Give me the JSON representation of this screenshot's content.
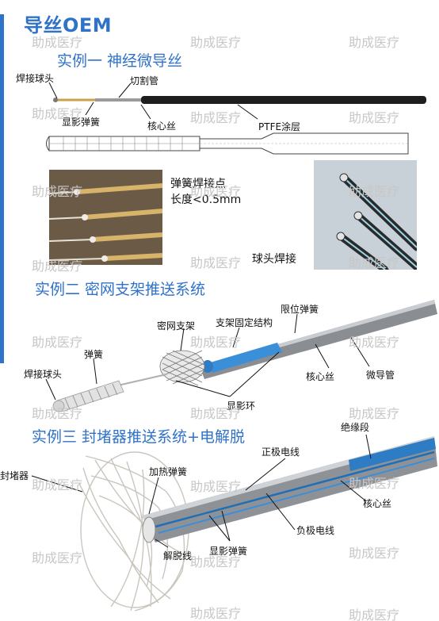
{
  "title": "导丝OEM",
  "watermark": "助成医疗",
  "example1": {
    "heading": "实例一  神经微导丝",
    "labels": {
      "weld_ball_head": "焊接球头",
      "cutting_tube": "切割管",
      "radiopaque_spring": "显影弹簧",
      "core_wire": "核心丝",
      "ptfe_coating": "PTFE涂层",
      "spring_weld_point_line1": "弹簧焊接点",
      "spring_weld_point_line2": "长度<0.5mm",
      "ball_head_welding": "球头焊接"
    }
  },
  "example2": {
    "heading": "实例二  密网支架推送系统",
    "labels": {
      "limit_spring": "限位弹簧",
      "stent_fixing_structure": "支架固定结构",
      "dense_mesh_stent": "密网支架",
      "spring": "弹簧",
      "weld_ball_head": "焊接球头",
      "core_wire": "核心丝",
      "microcatheter": "微导管",
      "radiopaque_ring": "显影环"
    }
  },
  "example3": {
    "heading": "实例三  封堵器推送系统+电解脱",
    "labels": {
      "insulation_segment": "绝缘段",
      "positive_wire": "正极电线",
      "occluder": "封堵器",
      "heating_spring": "加热弹簧",
      "core_wire": "核心丝",
      "negative_wire": "负极电线",
      "detach_wire": "解脱线",
      "radiopaque_spring": "显影弹簧"
    }
  },
  "colors": {
    "brand_blue": "#2f72c9",
    "stent_blue": "#3a8fd8",
    "watermark_gray": "#c7c7c7"
  }
}
